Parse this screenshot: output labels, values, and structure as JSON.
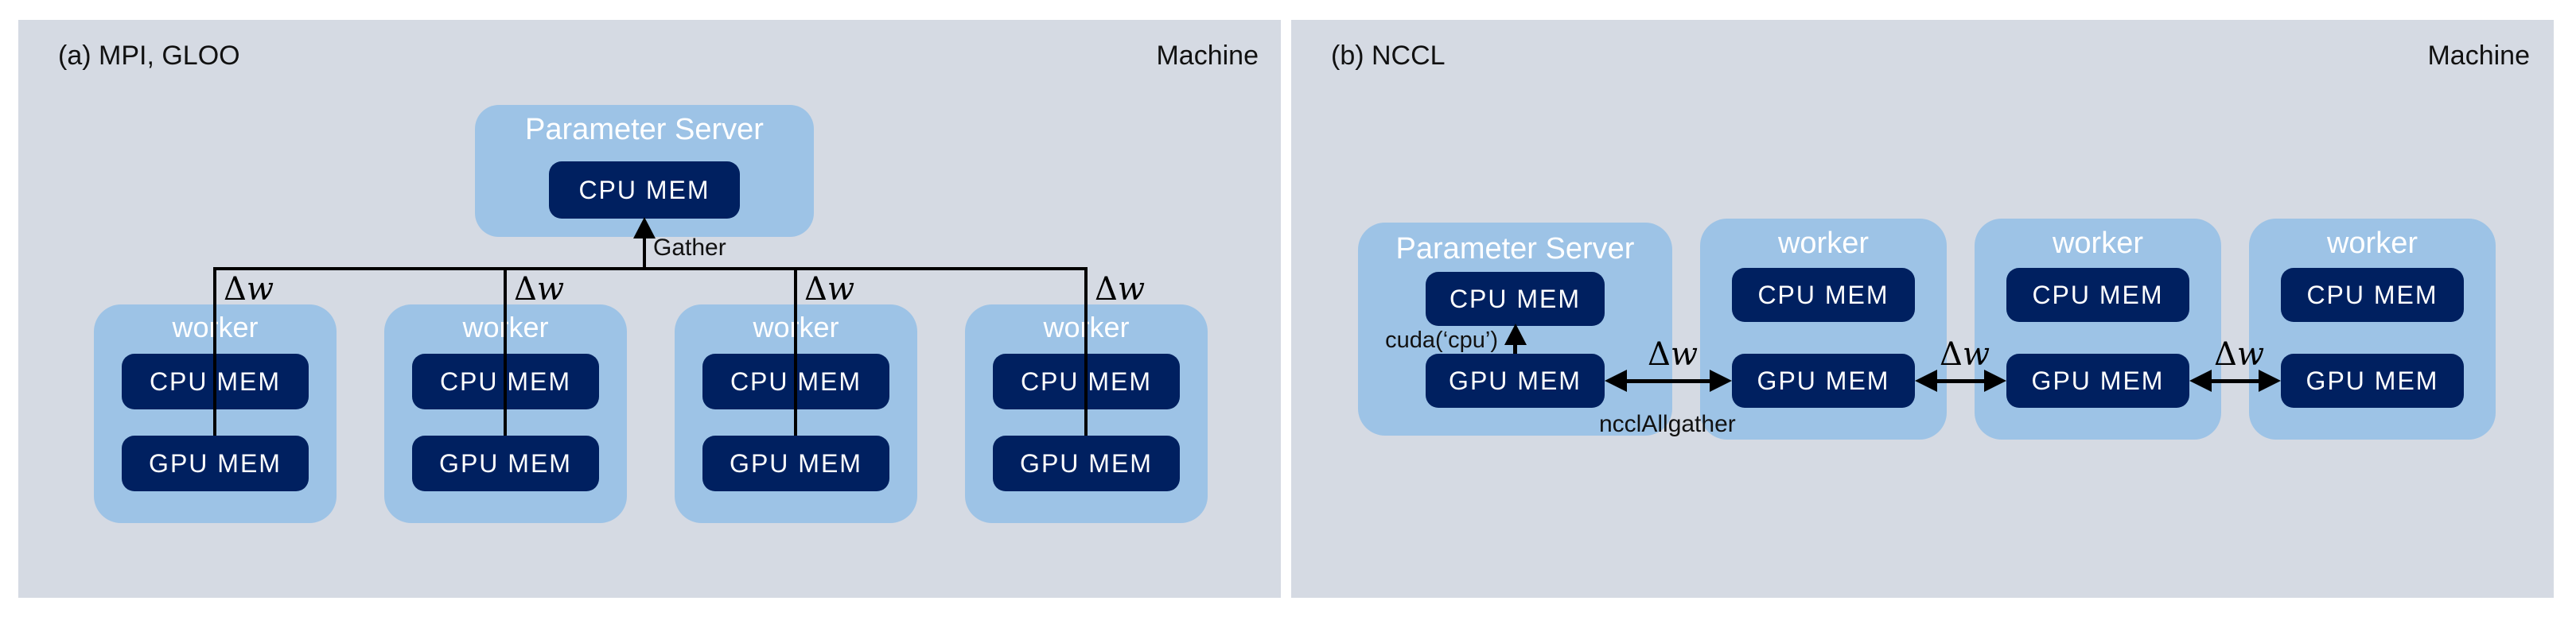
{
  "colors": {
    "panel_bg": "#d5dae3",
    "container_blue": "#9dc3e6",
    "mem_navy": "#002060",
    "text_white": "#ffffff",
    "text_black": "#111111"
  },
  "panel_a": {
    "label": "(a) MPI, GLOO",
    "machine_label": "Machine",
    "parameter_server": {
      "title": "Parameter Server",
      "cpu_mem_label": "CPU MEM"
    },
    "gather_label": "Gather",
    "delta_w": {
      "delta": "Δ",
      "w": "w"
    },
    "workers": [
      {
        "title": "worker",
        "cpu_mem_label": "CPU MEM",
        "gpu_mem_label": "GPU MEM"
      },
      {
        "title": "worker",
        "cpu_mem_label": "CPU MEM",
        "gpu_mem_label": "GPU MEM"
      },
      {
        "title": "worker",
        "cpu_mem_label": "CPU MEM",
        "gpu_mem_label": "GPU MEM"
      },
      {
        "title": "worker",
        "cpu_mem_label": "CPU MEM",
        "gpu_mem_label": "GPU MEM"
      }
    ]
  },
  "panel_b": {
    "label": "(b) NCCL",
    "machine_label": "Machine",
    "parameter_server": {
      "title": "Parameter Server",
      "cpu_mem_label": "CPU MEM",
      "gpu_mem_label": "GPU MEM"
    },
    "cuda_transfer_label": "cuda(‘cpu’)",
    "nccl_allgather_label": "ncclAllgather",
    "delta_w": {
      "delta": "Δ",
      "w": "w"
    },
    "workers": [
      {
        "title": "worker",
        "cpu_mem_label": "CPU MEM",
        "gpu_mem_label": "GPU MEM"
      },
      {
        "title": "worker",
        "cpu_mem_label": "CPU MEM",
        "gpu_mem_label": "GPU MEM"
      },
      {
        "title": "worker",
        "cpu_mem_label": "CPU MEM",
        "gpu_mem_label": "GPU MEM"
      }
    ]
  }
}
